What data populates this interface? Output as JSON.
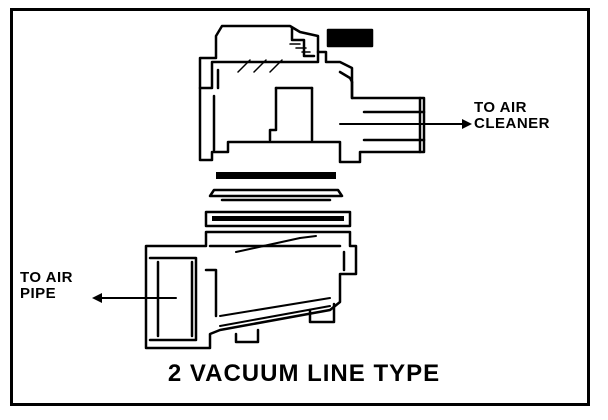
{
  "labels": {
    "air_cleaner_line1": "TO AIR",
    "air_cleaner_line2": "CLEANER",
    "air_pipe_line1": "TO AIR",
    "air_pipe_line2": "PIPE"
  },
  "caption": "2 VACUUM LINE TYPE",
  "colors": {
    "ink": "#000000",
    "paper": "#ffffff"
  }
}
